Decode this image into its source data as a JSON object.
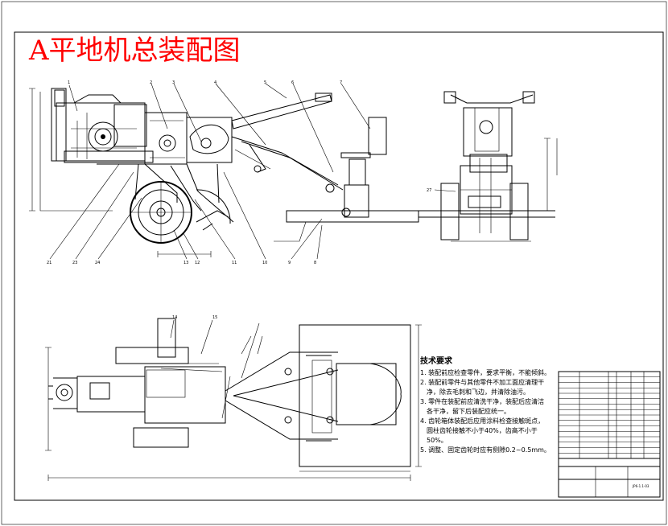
{
  "drawing": {
    "title": "A平地机总装配图",
    "title_color": "#ff0000"
  },
  "part_labels_top": [
    "1",
    "2",
    "3",
    "4",
    "5",
    "6",
    "7"
  ],
  "part_labels_bottom": [
    "21",
    "23",
    "24",
    "13",
    "12",
    "11",
    "10",
    "9",
    "8"
  ],
  "side_view_label": "27",
  "plan_view_labels": [
    "14",
    "15"
  ],
  "tech_notes": {
    "heading": "技术要求",
    "items": [
      "1. 装配前应检查零件，要求平衡，不能倾斜。",
      "2. 装配前零件与其他零件不加工面应清理干",
      "净，除去毛刺和飞边，并清除油污。",
      "3. 零件在装配前应清洗干净，装配后应清洁",
      "各干净，留下后装配应统一。",
      "4. 齿轮箱体装配后应用涂料检查接触斑点，",
      "圆柱齿轮接触不小于40%，齿高不小于",
      "50%。",
      "5. 调整、固定齿轮时应有侧隙0.2~0.5mm。"
    ]
  },
  "title_block": {
    "rows": 16,
    "drawing_no": "JP6-1.1-03"
  }
}
